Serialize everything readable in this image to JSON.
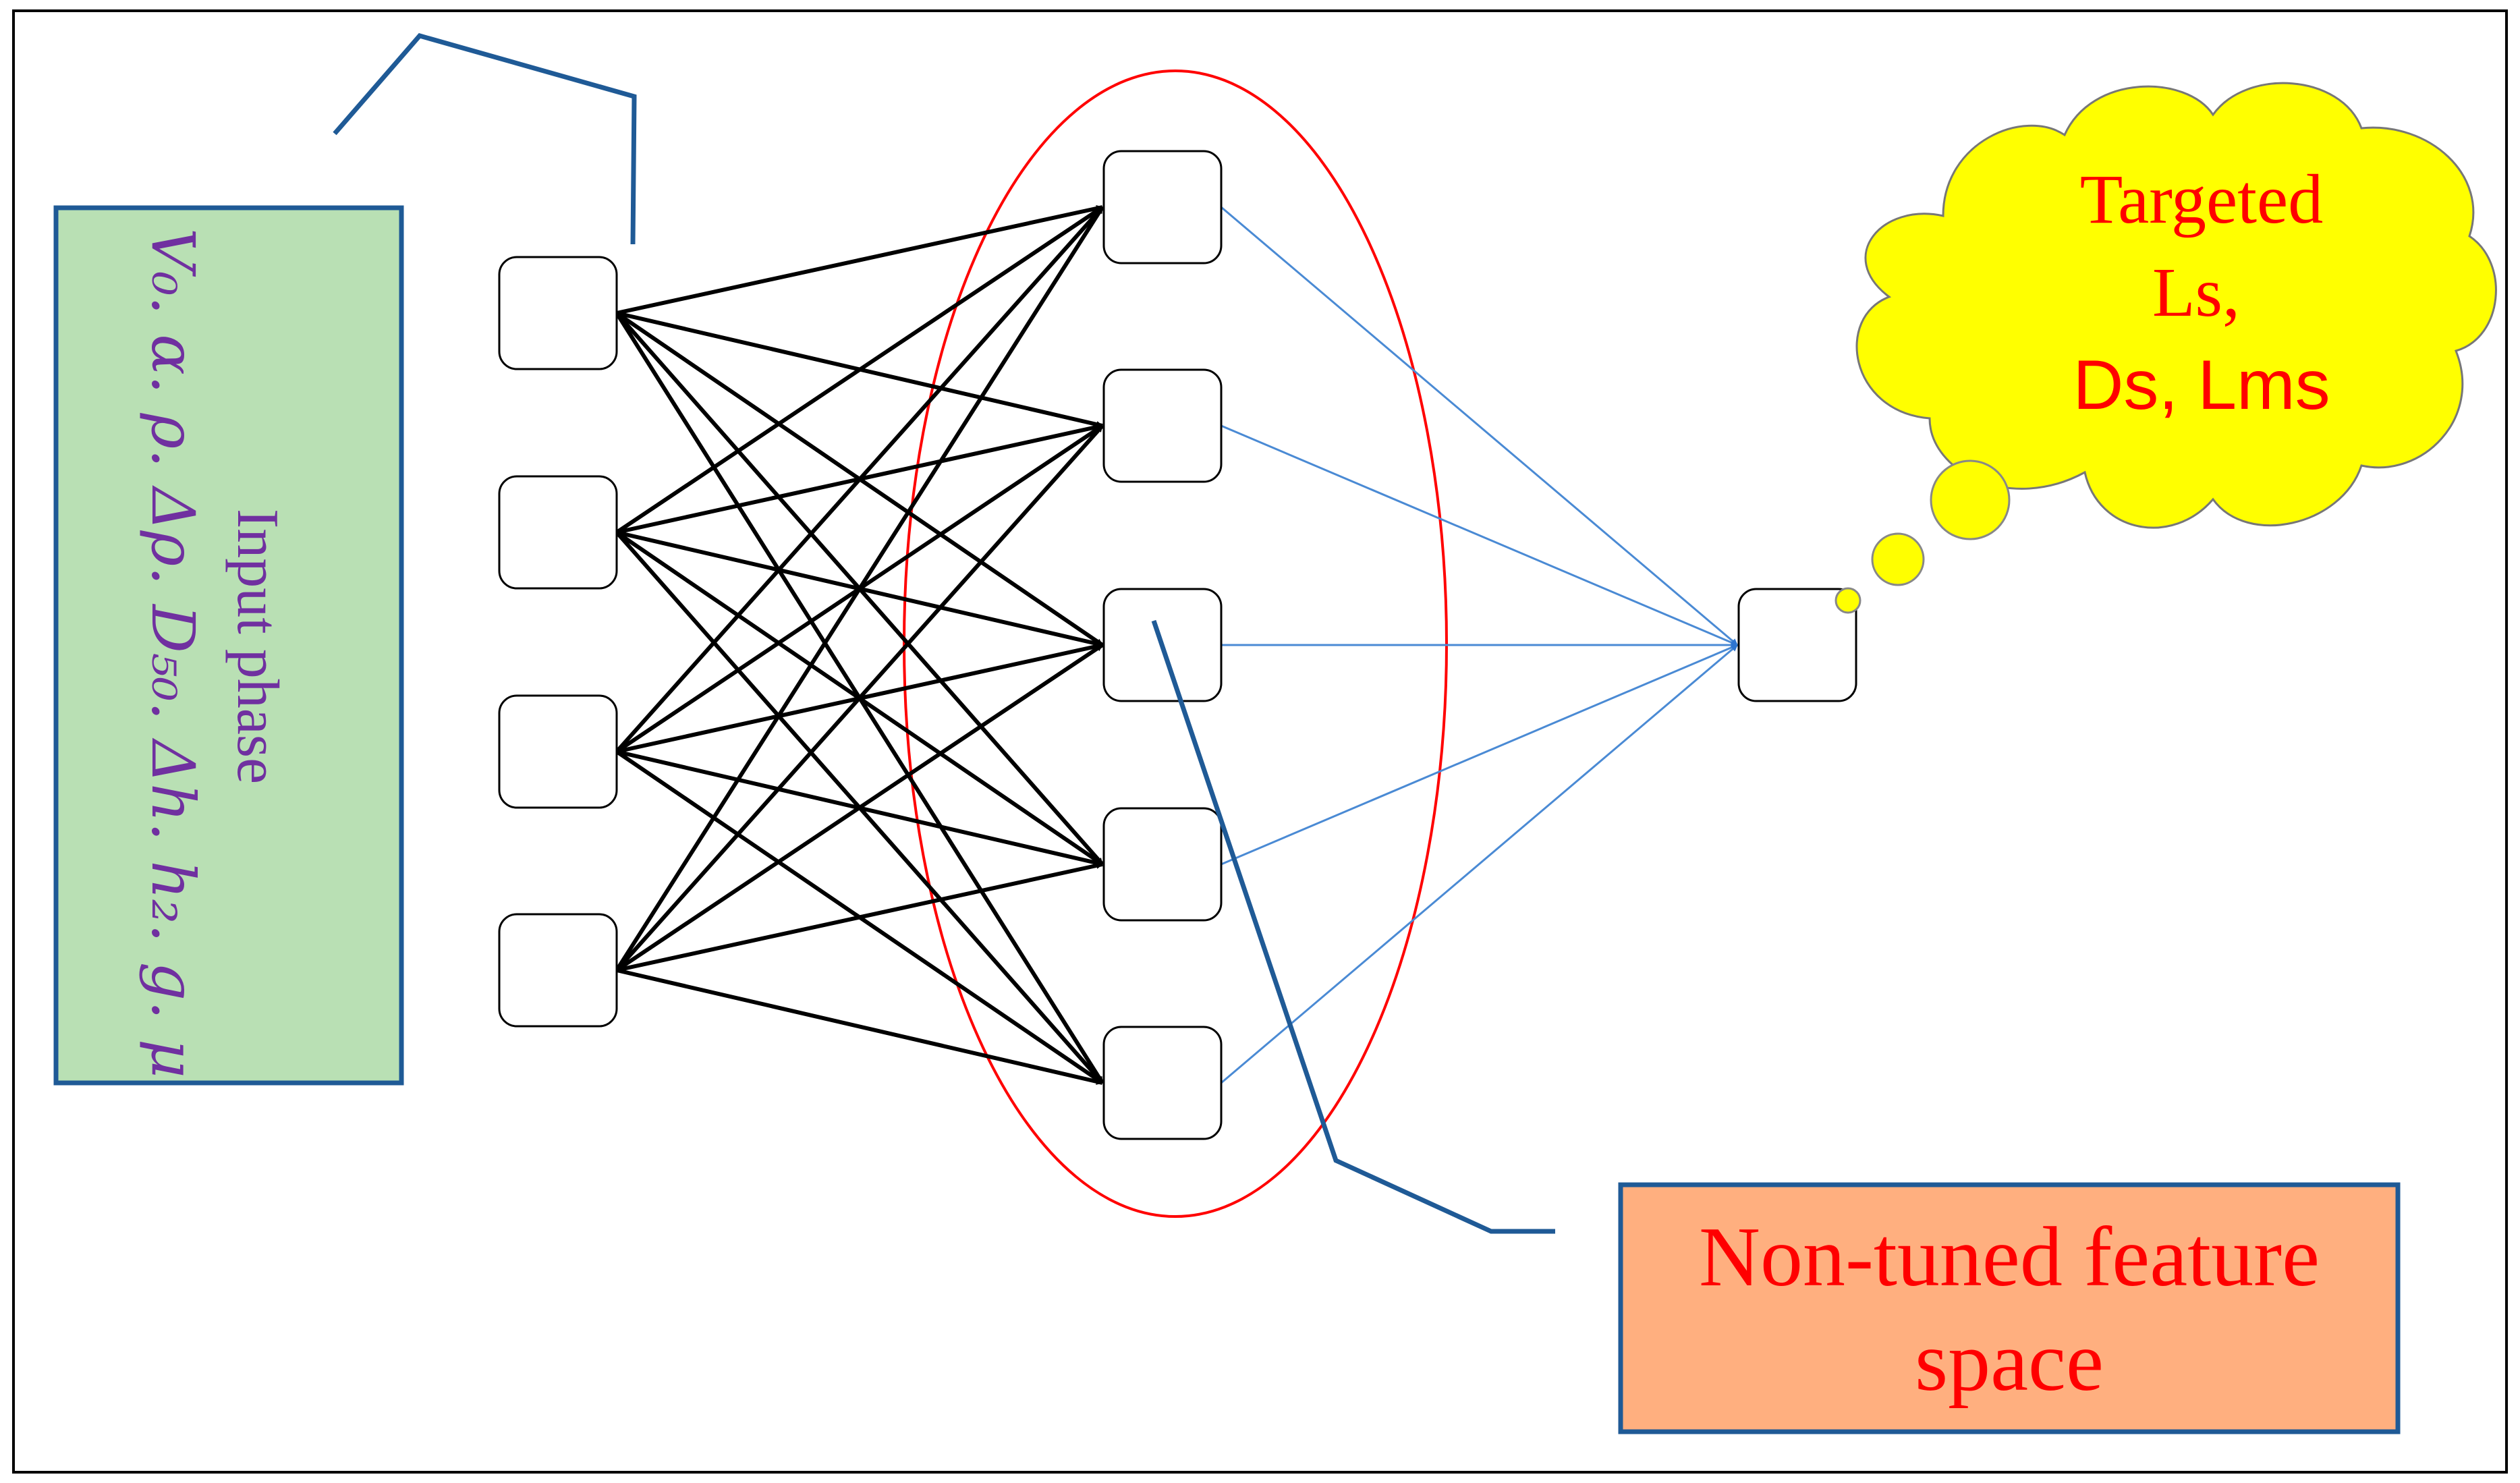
{
  "input_box": {
    "title": "Input phase",
    "variables": "V₀. α. ρ. Δρ. D₅₀. Δh. h₂. g. μ",
    "fill": "#b9e0b4",
    "border": "#1f5a96",
    "text_color": "#7030a0"
  },
  "cloud": {
    "lines": [
      "Targeted",
      "Ls,",
      "Ds, Lms"
    ],
    "fill": "#ffff00",
    "text_color": "#ff0000"
  },
  "feature_box": {
    "lines": [
      "Non-tuned feature",
      "space"
    ],
    "fill": "#ffaf7f",
    "border": "#1f5a96",
    "text_color": "#ff0000"
  },
  "colors": {
    "connector": "#1f5a96",
    "hidden_ellipse": "#ff0000",
    "input_hidden_edges": "#000000",
    "hidden_output_edges": "#4a8ad4"
  },
  "network": {
    "input_nodes": 4,
    "hidden_nodes": 5,
    "output_nodes": 1
  }
}
